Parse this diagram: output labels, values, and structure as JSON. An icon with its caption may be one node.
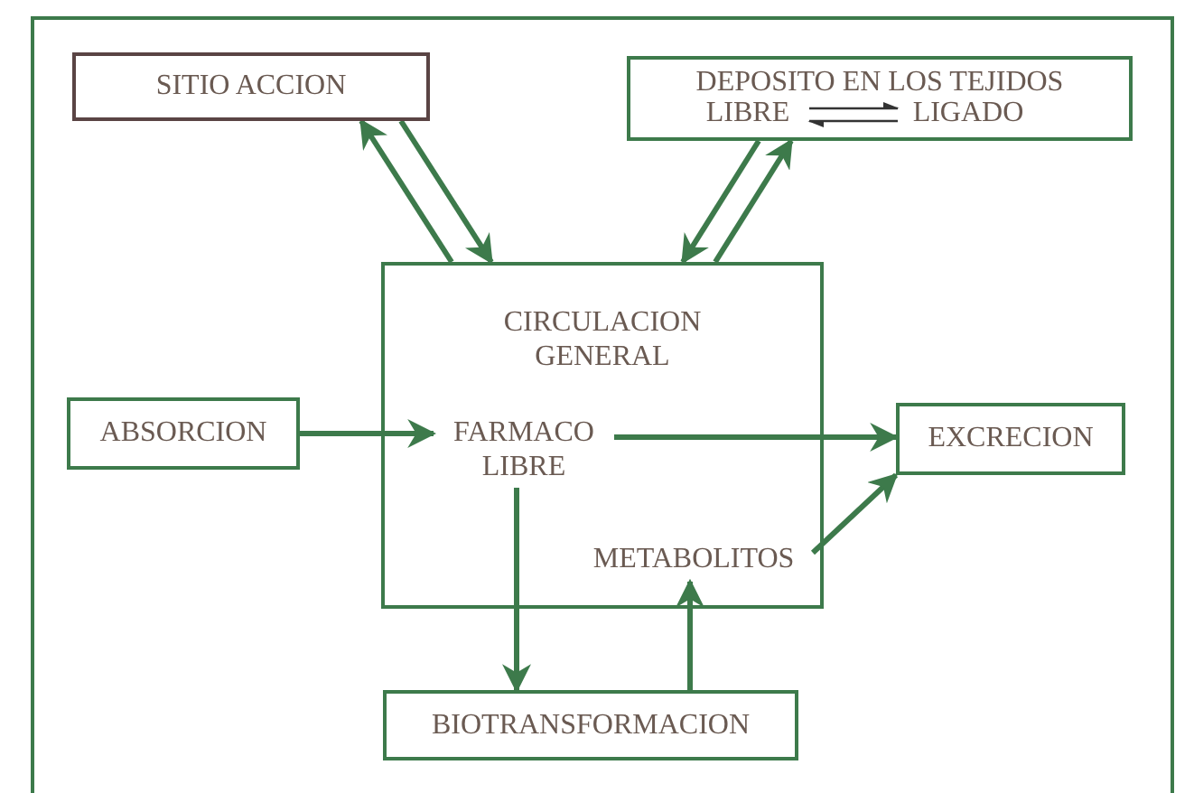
{
  "diagram": {
    "nodes": [
      {
        "text": [
          "SITIO ACCION"
        ]
      },
      {
        "text": [
          "DEPOSITO EN LOS TEJIDOS"
        ]
      },
      {
        "text": [
          "LIBRE"
        ],
        "in": 1
      },
      {
        "text": [
          "LIGADO"
        ],
        "in": 1
      },
      {
        "text": [
          "CIRCULACION GENERAL"
        ]
      },
      {
        "text": [
          "FARMACO LIBRE"
        ],
        "in": 4
      },
      {
        "text": [
          "METABOLITOS"
        ],
        "in": 4
      },
      {
        "text": [
          "ABSORCION"
        ]
      },
      {
        "text": [
          "EXCRECION"
        ]
      },
      {
        "text": [
          "BIOTRANSFORMACION"
        ]
      }
    ],
    "edges": [
      {
        "from": 0,
        "to": 4,
        "arrow": "to"
      },
      {
        "from": 4,
        "to": 0,
        "arrow": "to"
      },
      {
        "from": 1,
        "to": 4,
        "arrow": "to"
      },
      {
        "from": 4,
        "to": 1,
        "arrow": "to"
      },
      {
        "from": 2,
        "to": 3,
        "arrow": "to",
        "color": "#333333"
      },
      {
        "from": 3,
        "to": 2,
        "arrow": "to",
        "color": "#333333"
      },
      {
        "from": 7,
        "to": 5,
        "arrow": "to"
      },
      {
        "from": 5,
        "to": 8,
        "arrow": "to"
      },
      {
        "from": 5,
        "to": 9,
        "arrow": "to"
      },
      {
        "from": 9,
        "to": 6,
        "arrow": "to"
      },
      {
        "from": 6,
        "to": 8,
        "arrow": "to"
      }
    ]
  }
}
